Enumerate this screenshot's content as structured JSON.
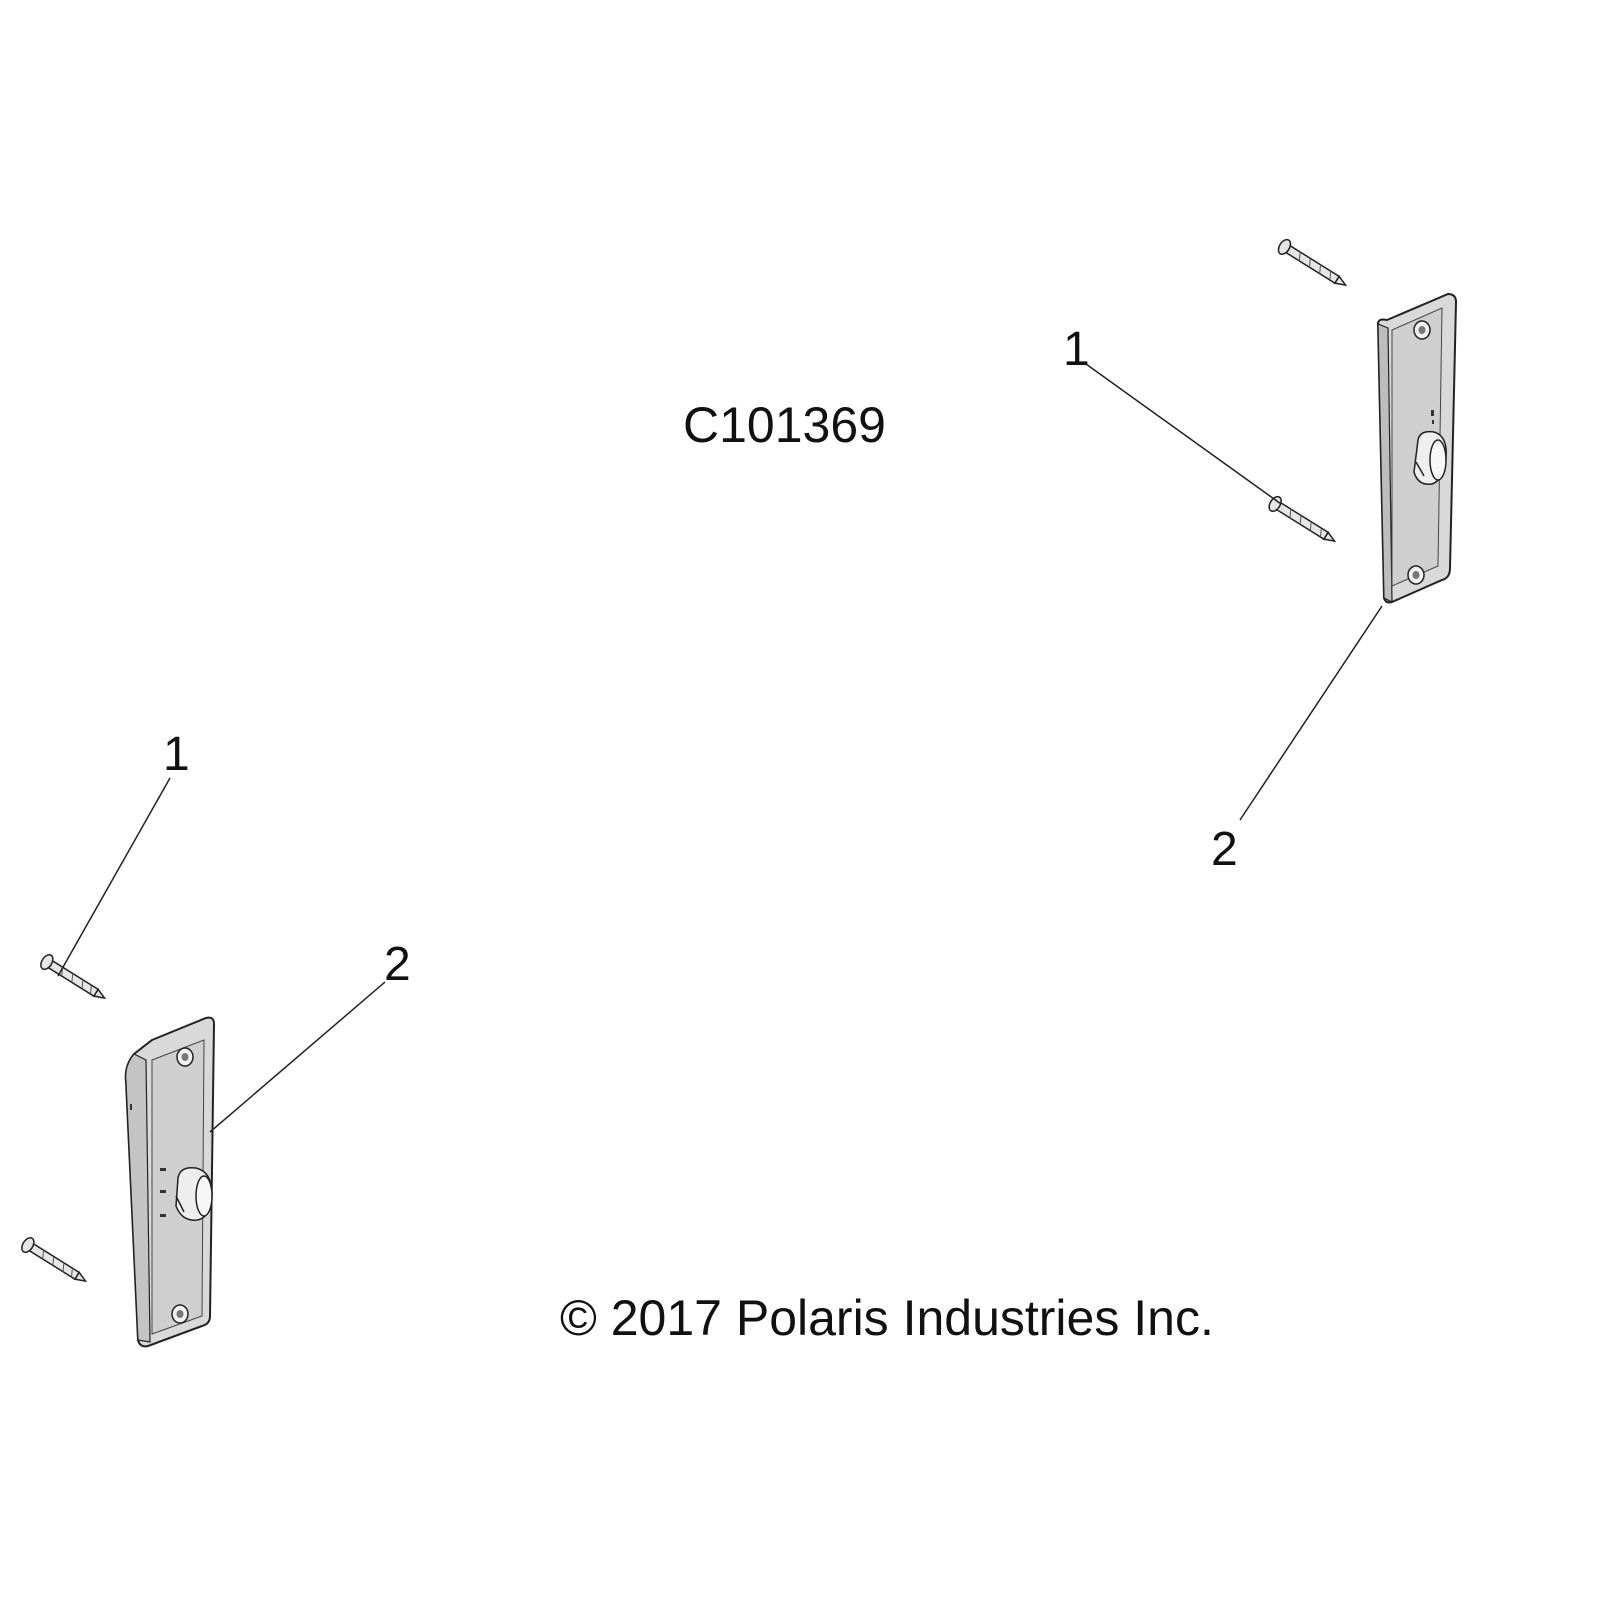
{
  "diagram": {
    "code": "C101369",
    "copyright": "© 2017 Polaris Industries Inc.",
    "callouts": {
      "upper_screw": "1",
      "upper_plate": "2",
      "lower_screw": "1",
      "lower_plate": "2"
    }
  }
}
